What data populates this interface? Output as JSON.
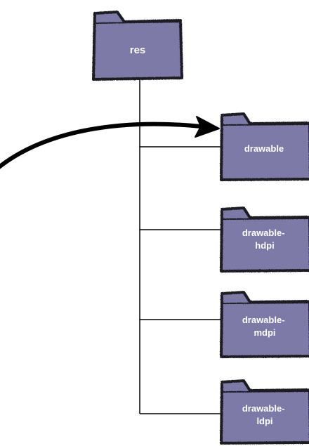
{
  "colors": {
    "folder_fill": "#7d7aa8",
    "folder_outline": "#1b1b24",
    "line": "#000000",
    "label": "#ffffff"
  },
  "root": {
    "label": "res",
    "icon": "folder-icon"
  },
  "children": [
    {
      "lines": [
        "drawable"
      ],
      "icon": "folder-icon"
    },
    {
      "lines": [
        "drawable-",
        "hdpi"
      ],
      "icon": "folder-icon"
    },
    {
      "lines": [
        "drawable-",
        "mdpi"
      ],
      "icon": "folder-icon"
    },
    {
      "lines": [
        "drawable-",
        "ldpi"
      ],
      "icon": "folder-icon"
    }
  ],
  "arrow": {
    "icon": "curved-arrow-icon",
    "points_to": "drawable"
  }
}
